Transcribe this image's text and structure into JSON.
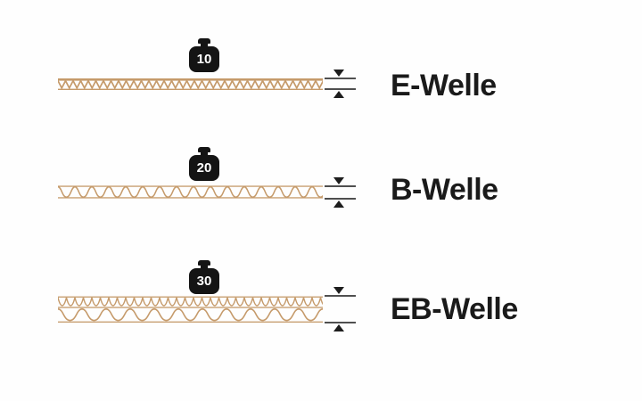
{
  "diagram": {
    "rows": [
      {
        "weight_label": "10",
        "name": "E-Welle"
      },
      {
        "weight_label": "20",
        "name": "B-Welle"
      },
      {
        "weight_label": "30",
        "name": "EB-Welle"
      }
    ],
    "icons": {
      "weight": "calibration-weight-icon",
      "thickness": "thickness-gauge-arrows"
    },
    "colors": {
      "cardboard": "#c59a6a",
      "weight_black": "#141414",
      "gauge_line": "#4f4f4f",
      "gauge_arrow": "#1d1d1d",
      "label_text": "#1a1a1a",
      "background": "#fefefe"
    }
  }
}
